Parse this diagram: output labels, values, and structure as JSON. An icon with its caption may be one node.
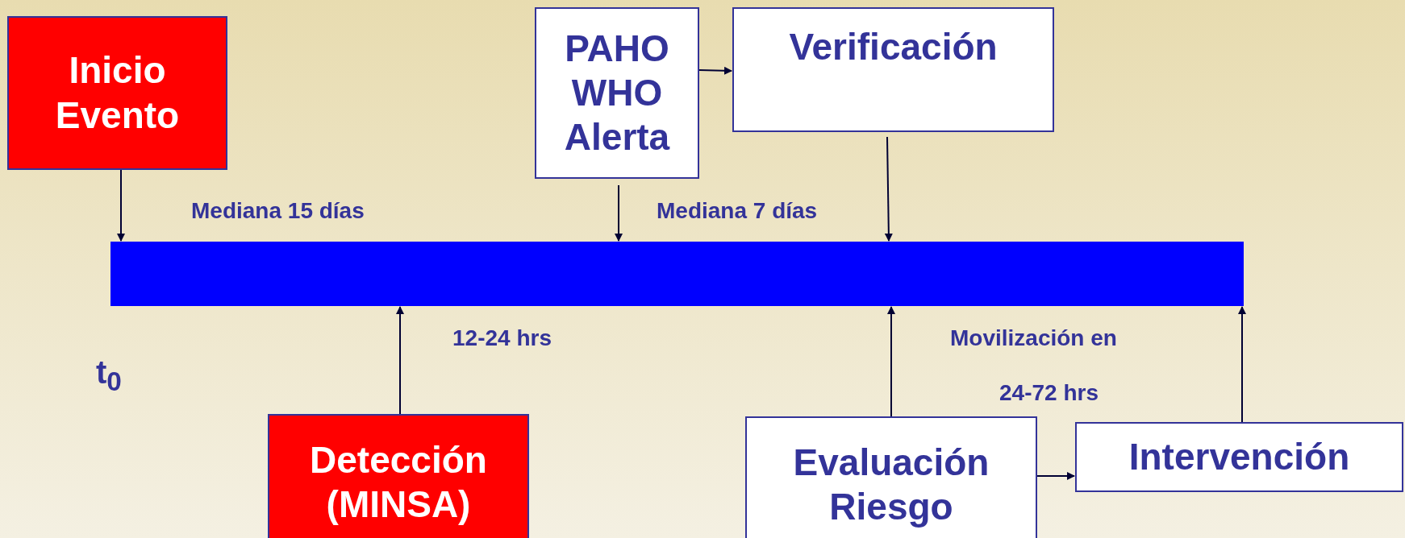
{
  "diagram": {
    "nodes": [
      {
        "text": [
          "Inicio Evento"
        ]
      },
      {
        "text": [
          "PAHO WHO Alerta"
        ]
      },
      {
        "text": [
          "Verificación"
        ]
      },
      {
        "text": [],
        "shape": "bar"
      },
      {
        "text": [
          "Detección (MINSA)"
        ]
      },
      {
        "text": [
          "Evaluación Riesgo"
        ]
      },
      {
        "text": [
          "Intervención"
        ]
      }
    ],
    "edges": [
      {
        "from": 0,
        "to": 3,
        "arrow": "to"
      },
      {
        "from": 1,
        "to": 2,
        "arrow": "to"
      },
      {
        "from": 1,
        "to": 3,
        "arrow": "to"
      },
      {
        "from": 2,
        "to": 3,
        "arrow": "to"
      },
      {
        "from": 4,
        "to": 3,
        "arrow": "to"
      },
      {
        "from": 5,
        "to": 3,
        "arrow": "to"
      },
      {
        "from": 5,
        "to": 6,
        "arrow": "to"
      },
      {
        "from": 6,
        "to": 3,
        "arrow": "to"
      }
    ],
    "labels": [
      "Mediana 15 días",
      "Mediana 7 días",
      "12-24 hrs",
      "t$_{0}$",
      "Movilización en",
      "24-72 hrs"
    ]
  }
}
